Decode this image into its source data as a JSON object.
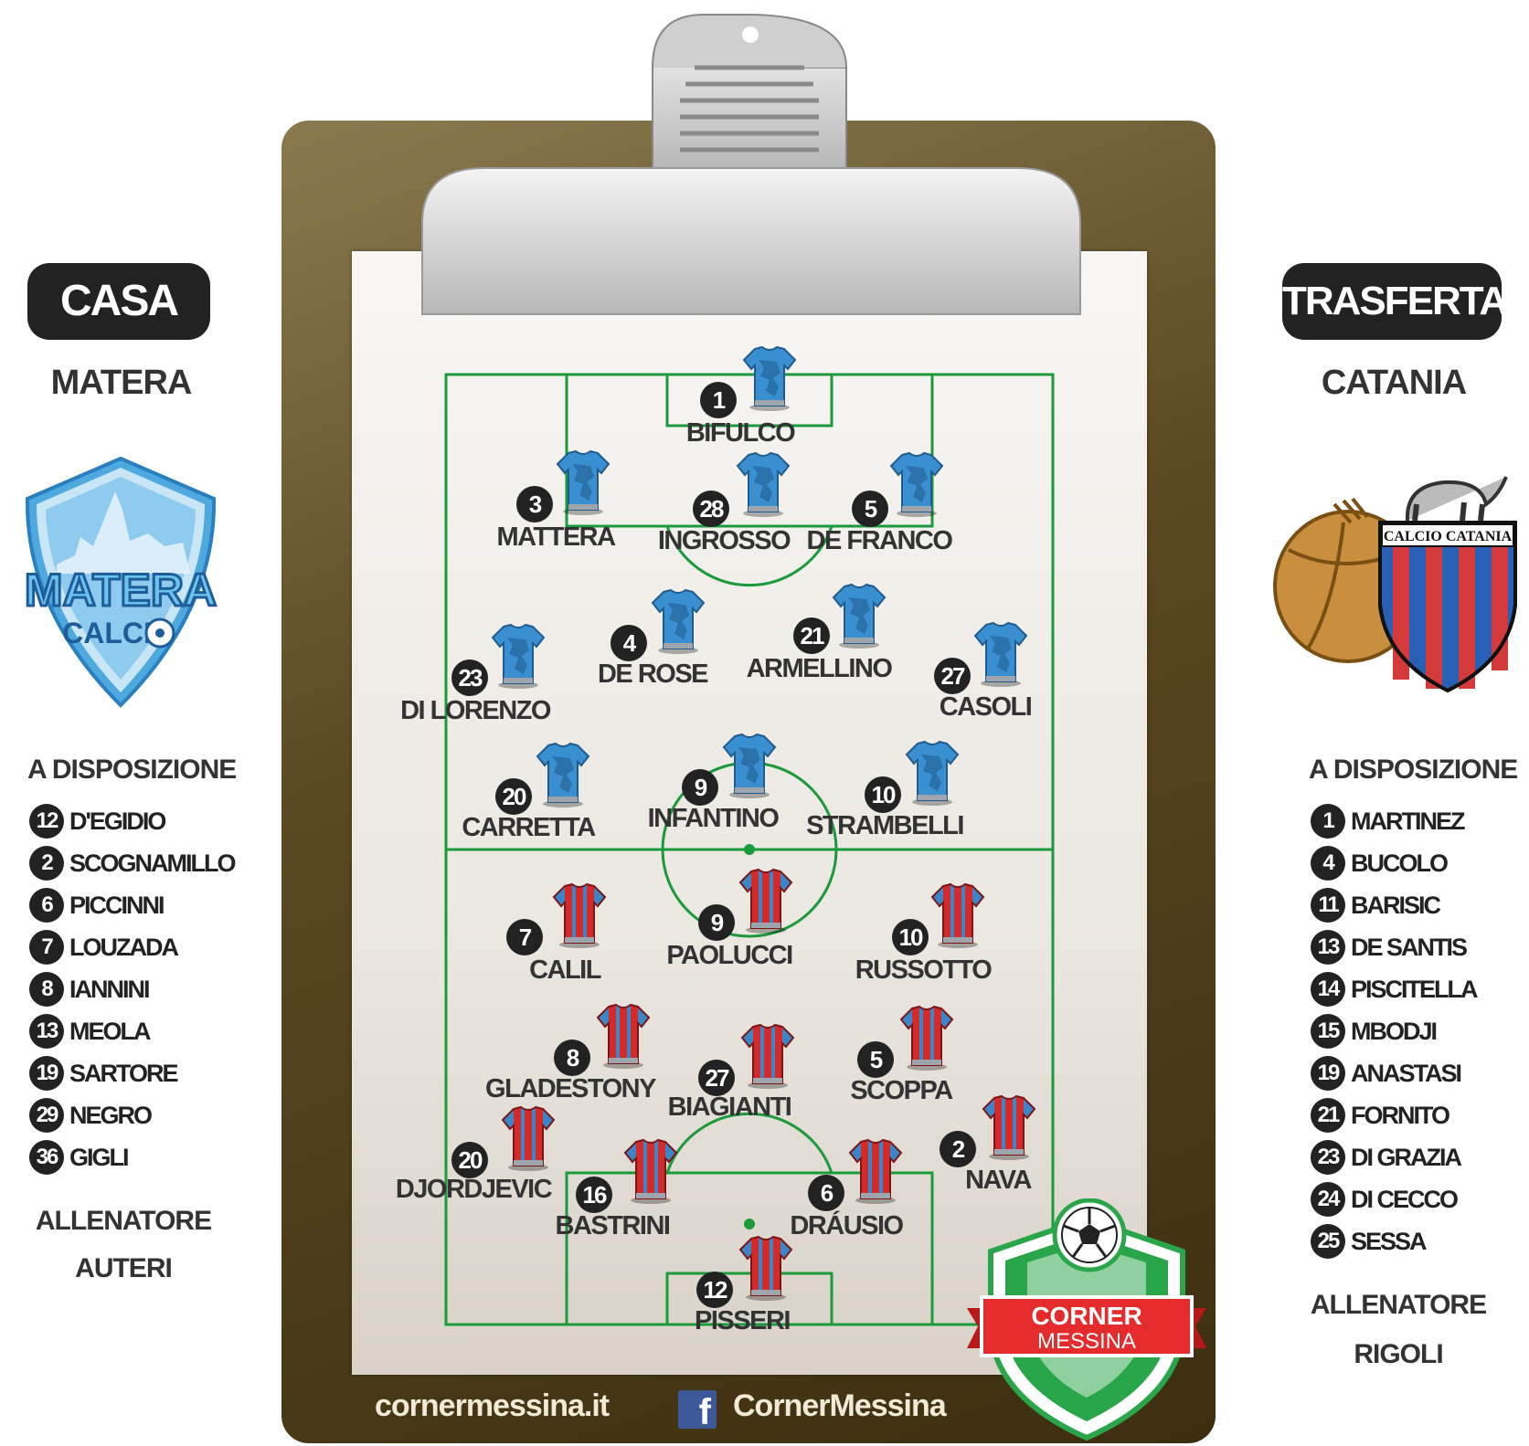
{
  "home": {
    "badge": "CASA",
    "team": "MATERA",
    "logo_text_top": "MATERA",
    "logo_text_bottom": "CALCI",
    "subs_title": "A DISPOSIZIONE",
    "subs": [
      {
        "num": "12",
        "name": "D'EGIDIO"
      },
      {
        "num": "2",
        "name": "SCOGNAMILLO"
      },
      {
        "num": "6",
        "name": "PICCINNI"
      },
      {
        "num": "7",
        "name": "LOUZADA"
      },
      {
        "num": "8",
        "name": "IANNINI"
      },
      {
        "num": "13",
        "name": "MEOLA"
      },
      {
        "num": "19",
        "name": "SARTORE"
      },
      {
        "num": "29",
        "name": "NEGRO"
      },
      {
        "num": "36",
        "name": "GIGLI"
      }
    ],
    "coach_title": "ALLENATORE",
    "coach": "AUTERI",
    "lineup": [
      {
        "num": "1",
        "name": "BIFULCO"
      },
      {
        "num": "3",
        "name": "MATTERA"
      },
      {
        "num": "28",
        "name": "INGROSSO"
      },
      {
        "num": "5",
        "name": "DE FRANCO"
      },
      {
        "num": "4",
        "name": "DE ROSE"
      },
      {
        "num": "21",
        "name": "ARMELLINO"
      },
      {
        "num": "23",
        "name": "DI LORENZO"
      },
      {
        "num": "27",
        "name": "CASOLI"
      },
      {
        "num": "20",
        "name": "CARRETTA"
      },
      {
        "num": "9",
        "name": "INFANTINO"
      },
      {
        "num": "10",
        "name": "STRAMBELLI"
      }
    ]
  },
  "away": {
    "badge": "TRASFERTA",
    "team": "CATANIA",
    "logo_text": "CALCIO CATANIA",
    "subs_title": "A DISPOSIZIONE",
    "subs": [
      {
        "num": "1",
        "name": "MARTINEZ"
      },
      {
        "num": "4",
        "name": "BUCOLO"
      },
      {
        "num": "11",
        "name": "BARISIC"
      },
      {
        "num": "13",
        "name": "DE SANTIS"
      },
      {
        "num": "14",
        "name": "PISCITELLA"
      },
      {
        "num": "15",
        "name": "MBODJI"
      },
      {
        "num": "19",
        "name": "ANASTASI"
      },
      {
        "num": "21",
        "name": "FORNITO"
      },
      {
        "num": "23",
        "name": "DI GRAZIA"
      },
      {
        "num": "24",
        "name": "DI CECCO"
      },
      {
        "num": "25",
        "name": "SESSA"
      }
    ],
    "coach_title": "ALLENATORE",
    "coach": "RIGOLI",
    "lineup": [
      {
        "num": "9",
        "name": "PAOLUCCI"
      },
      {
        "num": "7",
        "name": "CALIL"
      },
      {
        "num": "10",
        "name": "RUSSOTTO"
      },
      {
        "num": "8",
        "name": "GLADESTONY"
      },
      {
        "num": "27",
        "name": "BIAGIANTI"
      },
      {
        "num": "5",
        "name": "SCOPPA"
      },
      {
        "num": "20",
        "name": "DJORDJEVIC"
      },
      {
        "num": "2",
        "name": "NAVA"
      },
      {
        "num": "16",
        "name": "BASTRINI"
      },
      {
        "num": "6",
        "name": "DRÁUSIO"
      },
      {
        "num": "12",
        "name": "PISSERI"
      }
    ]
  },
  "footer": {
    "site": "cornermessina.it",
    "facebook": "CornerMessina"
  },
  "brand": {
    "line1": "CORNER",
    "line2": "MESSINA"
  },
  "colors": {
    "home_shirt": "#3a8fd0",
    "away_shirt_red": "#d42a2a",
    "away_shirt_blue": "#3a86c9",
    "pitch_line": "#1a9a3a"
  }
}
